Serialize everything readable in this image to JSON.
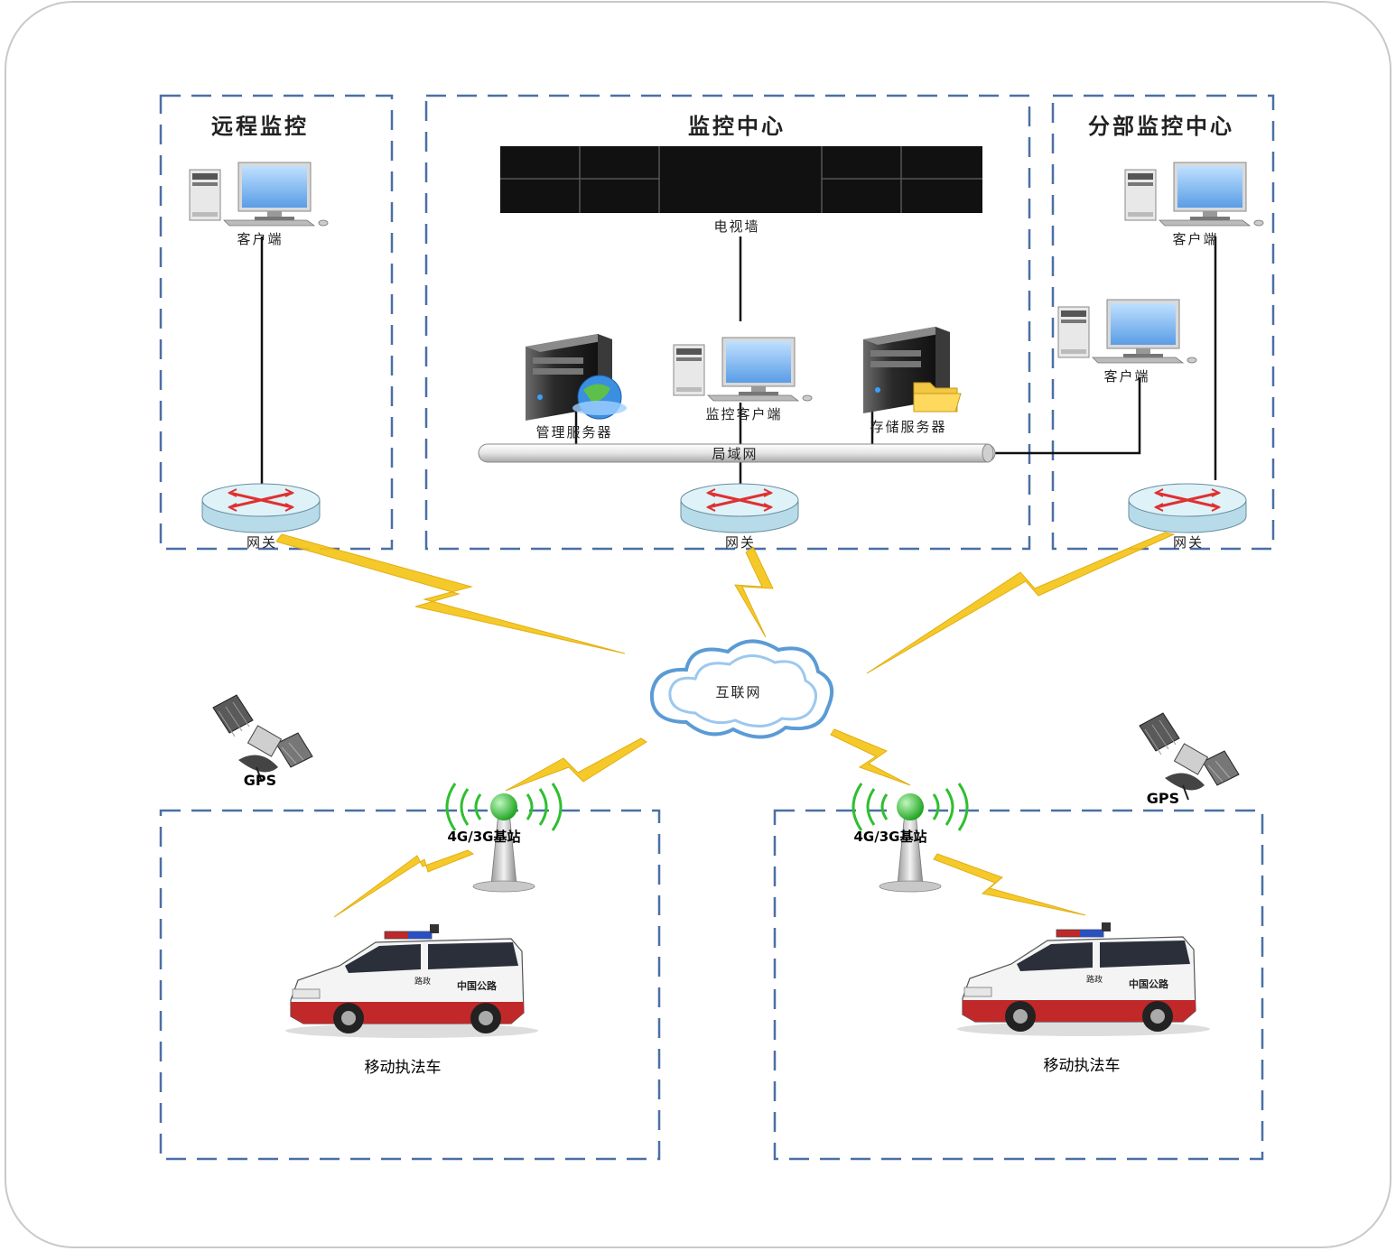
{
  "regions": {
    "remote": {
      "title": "远程监控"
    },
    "center": {
      "title": "监控中心"
    },
    "branch": {
      "title": "分部监控中心"
    }
  },
  "nodes": {
    "remote_client": "客户端",
    "tv_wall": "电视墙",
    "mgmt_server": "管理服务器",
    "monitor_client": "监控客户端",
    "storage_server": "存储服务器",
    "branch_client_top": "客户端",
    "branch_client_mid": "客户端",
    "lan": "局域网",
    "gateway_left": "网关",
    "gateway_center": "网关",
    "gateway_right": "网关",
    "internet": "互联网",
    "gps_left": "GPS",
    "gps_right": "GPS",
    "station_left": "4G/3G基站",
    "station_right": "4G/3G基站",
    "car_left": "移动执法车",
    "car_right": "移动执法车"
  },
  "car_text": {
    "side": "中国公路",
    "door": "路政"
  },
  "colors": {
    "dash_border": "#4a6fa5",
    "lightning": "#f5c518",
    "screen": "#7fb6f0",
    "router": "#cfe9f2",
    "router_arrow": "#e03030",
    "antenna": "#2fbf2f",
    "car_red": "#c0282a"
  }
}
